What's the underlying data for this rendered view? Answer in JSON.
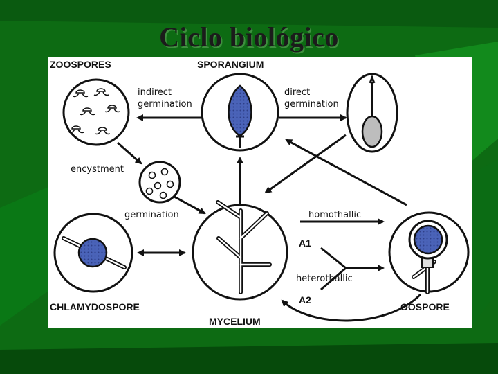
{
  "slide": {
    "title": "Ciclo biológico",
    "colors": {
      "background": "#0c6a12",
      "panel": "#ffffff",
      "spore_fill": "#4a63b8"
    }
  },
  "diagram": {
    "nodes": {
      "zoospores": "ZOOSPORES",
      "sporangium": "SPORANGIUM",
      "chlamydospore": "CHLAMYDOSPORE",
      "mycelium": "MYCELIUM",
      "oospore": "OOSPORE"
    },
    "edges": {
      "indirect_germination": [
        "indirect",
        "germination"
      ],
      "direct_germination": [
        "direct",
        "germination"
      ],
      "encystment": "encystment",
      "germination": "germination",
      "homothallic": "homothallic",
      "heterothallic": "heterothallic",
      "a1": "A1",
      "a2": "A2"
    }
  }
}
